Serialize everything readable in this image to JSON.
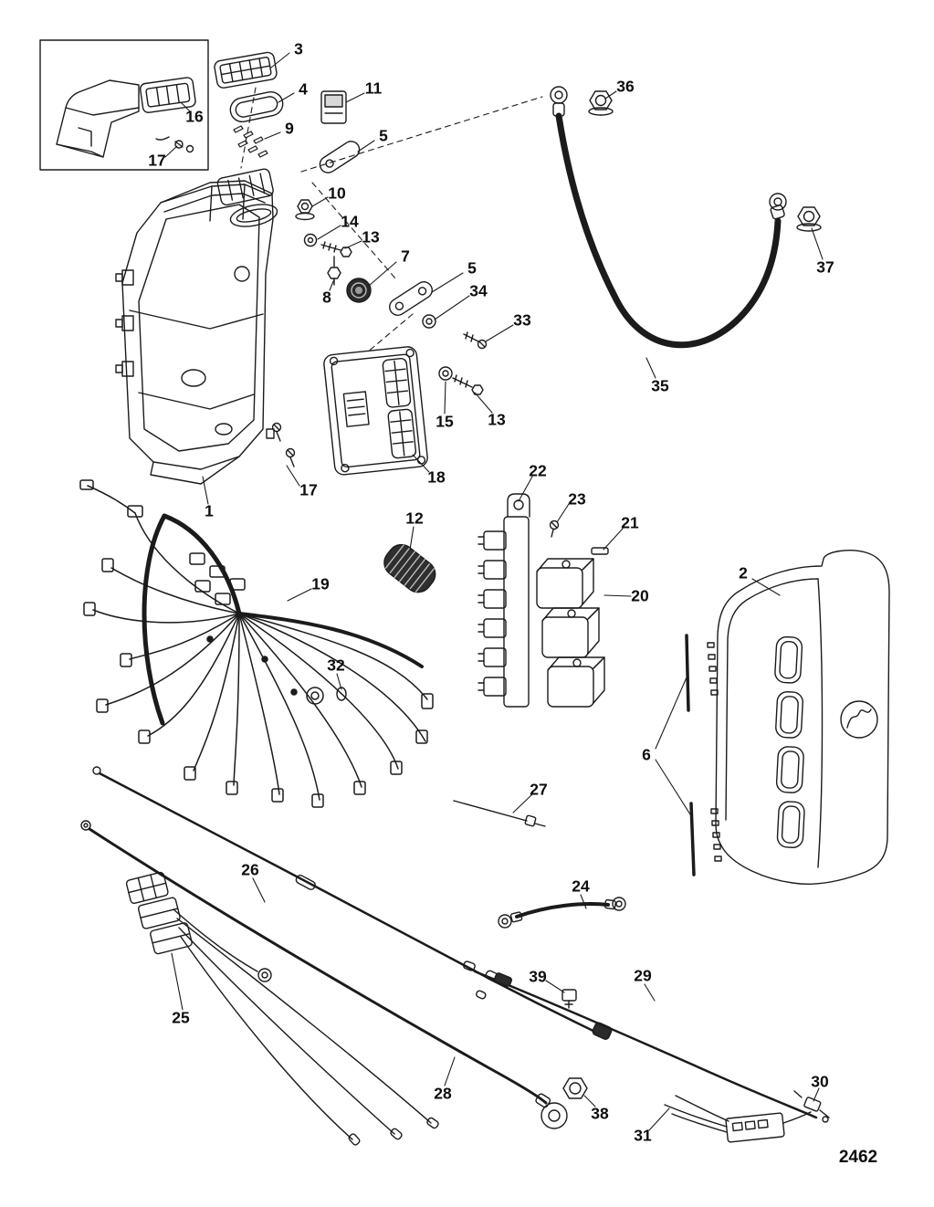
{
  "diagram": {
    "drawing_number": "2462",
    "ink_color": "#1b1b1b",
    "background_color": "#ffffff",
    "callouts": [
      {
        "label": "3"
      },
      {
        "label": "4"
      },
      {
        "label": "11"
      },
      {
        "label": "16"
      },
      {
        "label": "9"
      },
      {
        "label": "17"
      },
      {
        "label": "5"
      },
      {
        "label": "36"
      },
      {
        "label": "10"
      },
      {
        "label": "14"
      },
      {
        "label": "13"
      },
      {
        "label": "7"
      },
      {
        "label": "5"
      },
      {
        "label": "8"
      },
      {
        "label": "34"
      },
      {
        "label": "37"
      },
      {
        "label": "33"
      },
      {
        "label": "35"
      },
      {
        "label": "15"
      },
      {
        "label": "13"
      },
      {
        "label": "18"
      },
      {
        "label": "17"
      },
      {
        "label": "22"
      },
      {
        "label": "23"
      },
      {
        "label": "1"
      },
      {
        "label": "12"
      },
      {
        "label": "21"
      },
      {
        "label": "20"
      },
      {
        "label": "2"
      },
      {
        "label": "19"
      },
      {
        "label": "32"
      },
      {
        "label": "6"
      },
      {
        "label": "27"
      },
      {
        "label": "26"
      },
      {
        "label": "24"
      },
      {
        "label": "25"
      },
      {
        "label": "39"
      },
      {
        "label": "29"
      },
      {
        "label": "28"
      },
      {
        "label": "38"
      },
      {
        "label": "30"
      },
      {
        "label": "31"
      }
    ]
  }
}
